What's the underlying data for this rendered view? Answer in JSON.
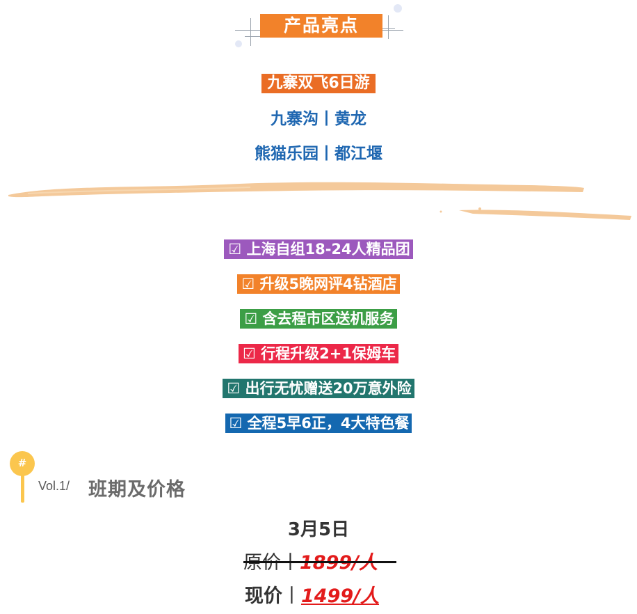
{
  "header": {
    "title": "产品亮点"
  },
  "tour": {
    "name": "九寨双飞6日游",
    "line1": "九寨沟丨黄龙",
    "line2": "熊猫乐园丨都江堰"
  },
  "colors": {
    "title_bg": "#f2822a",
    "blue_text": "#1f67b1",
    "brush": "#f4c99a",
    "accent_yellow": "#fbc64e",
    "price_red": "#e31b1b"
  },
  "features": [
    {
      "label": "☑ 上海自组18-24人精品团",
      "color": "#9c59bd"
    },
    {
      "label": "☑ 升级5晚网评4钻酒店",
      "color": "#f2822a"
    },
    {
      "label": "☑ 含去程市区送机服务",
      "color": "#3c9e46"
    },
    {
      "label": "☑ 行程升级2+1保姆车",
      "color": "#ec2848"
    },
    {
      "label": "☑ 出行无忧赠送20万意外险",
      "color": "#22766e"
    },
    {
      "label": "☑ 全程5早6正，4大特色餐",
      "color": "#1468b0"
    }
  ],
  "section": {
    "badge": "#",
    "vol": "Vol.1/",
    "title": "班期及价格"
  },
  "schedule": {
    "date": "3月5日",
    "original_label": "原价丨",
    "original_price": "1899/人",
    "current_label": "现价",
    "current_sep": "丨",
    "current_price": "1499/人"
  }
}
